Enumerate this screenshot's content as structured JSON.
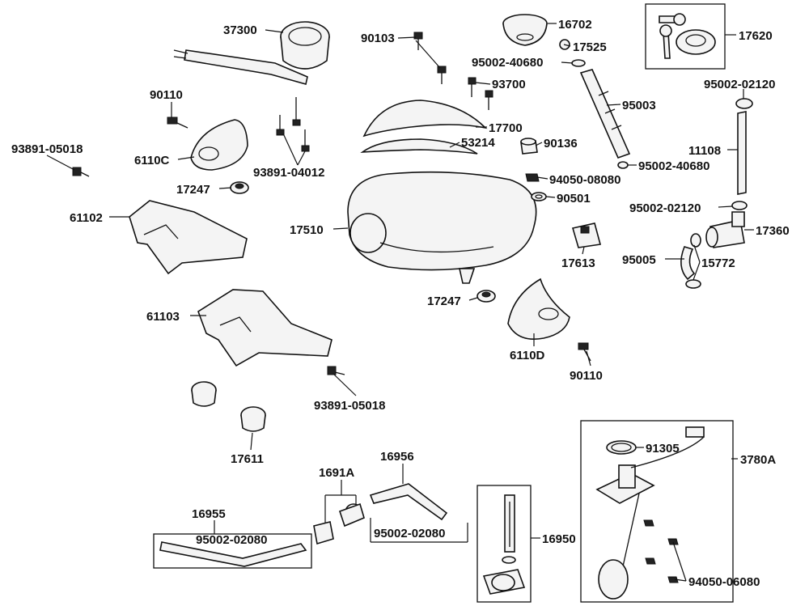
{
  "diagram": {
    "labels": {
      "p37300": "37300",
      "p90103": "90103",
      "p16702": "16702",
      "p17525": "17525",
      "p95002_40680_a": "95002-40680",
      "p17620": "17620",
      "p90110_a": "90110",
      "p93700": "93700",
      "p95003": "95003",
      "p95002_02120_a": "95002-02120",
      "p17700": "17700",
      "p93891_05018_a": "93891-05018",
      "p6110C": "6110C",
      "p53214": "53214",
      "p90136": "90136",
      "p11108": "11108",
      "p93891_04012": "93891-04012",
      "p95002_40680_b": "95002-40680",
      "p17247_a": "17247",
      "p94050_08080": "94050-08080",
      "p90501": "90501",
      "p95002_02120_b": "95002-02120",
      "p61102": "61102",
      "p17510": "17510",
      "p17360": "17360",
      "p95005": "95005",
      "p15772": "15772",
      "p17613": "17613",
      "p17247_b": "17247",
      "p61103": "61103",
      "p6110D": "6110D",
      "p90110_b": "90110",
      "p93891_05018_b": "93891-05018",
      "p17611": "17611",
      "p91305": "91305",
      "p3780A": "3780A",
      "p16956": "16956",
      "p1691A": "1691A",
      "p16955": "16955",
      "p95002_02080_a": "95002-02080",
      "p95002_02080_b": "95002-02080",
      "p16950": "16950",
      "p94050_06080": "94050-06080"
    }
  }
}
